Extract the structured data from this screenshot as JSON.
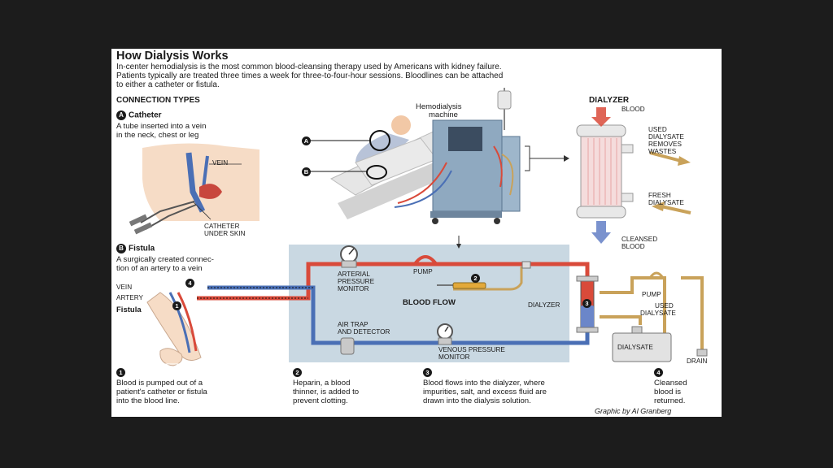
{
  "title": "How Dialysis Works",
  "intro": [
    "In-center hemodialysis is the most common blood-cleansing therapy used by Americans with kidney failure.",
    "Patients typically are treated three times a week for three-to-four-hour sessions. Bloodlines can be attached",
    "to either a catheter or fistula."
  ],
  "connection_types": {
    "heading": "CONNECTION TYPES",
    "catheter": {
      "badge": "A",
      "title": "Catheter",
      "desc": [
        "A tube inserted into a vein",
        "in the neck, chest or leg"
      ],
      "label_vein": "VEIN",
      "label_catheter": [
        "CATHETER",
        "UNDER SKIN"
      ]
    },
    "fistula": {
      "badge": "B",
      "title": "Fistula",
      "desc": [
        "A surgically created connec-",
        "tion of an artery to a vein"
      ],
      "label_vein": "VEIN",
      "label_artery": "ARTERY",
      "label_fistula": "Fistula"
    }
  },
  "machine": {
    "label": [
      "Hemodialysis",
      "machine"
    ],
    "marker_a": "A",
    "marker_b": "B"
  },
  "dialyzer": {
    "heading": "DIALYZER",
    "label_blood": "BLOOD",
    "label_used": [
      "USED",
      "DIALYSATE",
      "REMOVES",
      "WASTES"
    ],
    "label_fresh": [
      "FRESH",
      "DIALYSATE"
    ],
    "label_cleansed": [
      "CLEANSED",
      "BLOOD"
    ]
  },
  "blood_flow": {
    "title": "BLOOD FLOW",
    "arterial": [
      "ARTERIAL",
      "PRESSURE",
      "MONITOR"
    ],
    "pump": "PUMP",
    "dialyzer": "DIALYZER",
    "air_trap": [
      "AIR TRAP",
      "AND DETECTOR"
    ],
    "venous": [
      "VENOUS PRESSURE",
      "MONITOR"
    ],
    "pump2": "PUMP",
    "used_dialysate": [
      "USED",
      "DIALYSATE"
    ],
    "dialysate": "DIALYSATE",
    "drain": "DRAIN"
  },
  "steps": [
    {
      "num": "1",
      "text": [
        "Blood is pumped out of a",
        "patient's catheter or fistula",
        "into the blood line."
      ]
    },
    {
      "num": "2",
      "text": [
        "Heparin, a blood",
        "thinner, is added to",
        "prevent clotting."
      ]
    },
    {
      "num": "3",
      "text": [
        "Blood flows into the dialyzer, where",
        "impurities, salt, and excess fluid are",
        "drawn into the dialysis solution."
      ]
    },
    {
      "num": "4",
      "text": [
        "Cleansed",
        "blood is",
        "returned."
      ]
    }
  ],
  "credit": "Graphic by Al Granberg",
  "colors": {
    "blood": "#d94a3a",
    "clean": "#4a6fb5",
    "dialysate": "#c9a25a",
    "panel": "#c9d8e2"
  }
}
